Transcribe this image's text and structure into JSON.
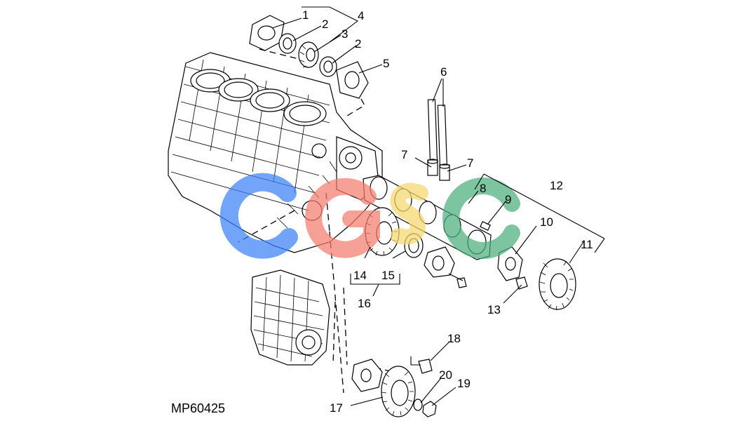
{
  "figure": {
    "id_label": "MP60425"
  },
  "watermark": {
    "text": "CGSC",
    "colors": [
      "#3b82f6",
      "#f47c6f",
      "#f5d76e",
      "#4caf7d"
    ]
  },
  "callouts": {
    "c1": "1",
    "c2a": "2",
    "c2b": "2",
    "c3": "3",
    "c4": "4",
    "c5": "5",
    "c6": "6",
    "c7a": "7",
    "c7b": "7",
    "c8": "8",
    "c9": "9",
    "c10": "10",
    "c11": "11",
    "c12": "12",
    "c13": "13",
    "c14": "14",
    "c15": "15",
    "c16": "16",
    "c17": "17",
    "c18": "18",
    "c19": "19",
    "c20": "20"
  }
}
